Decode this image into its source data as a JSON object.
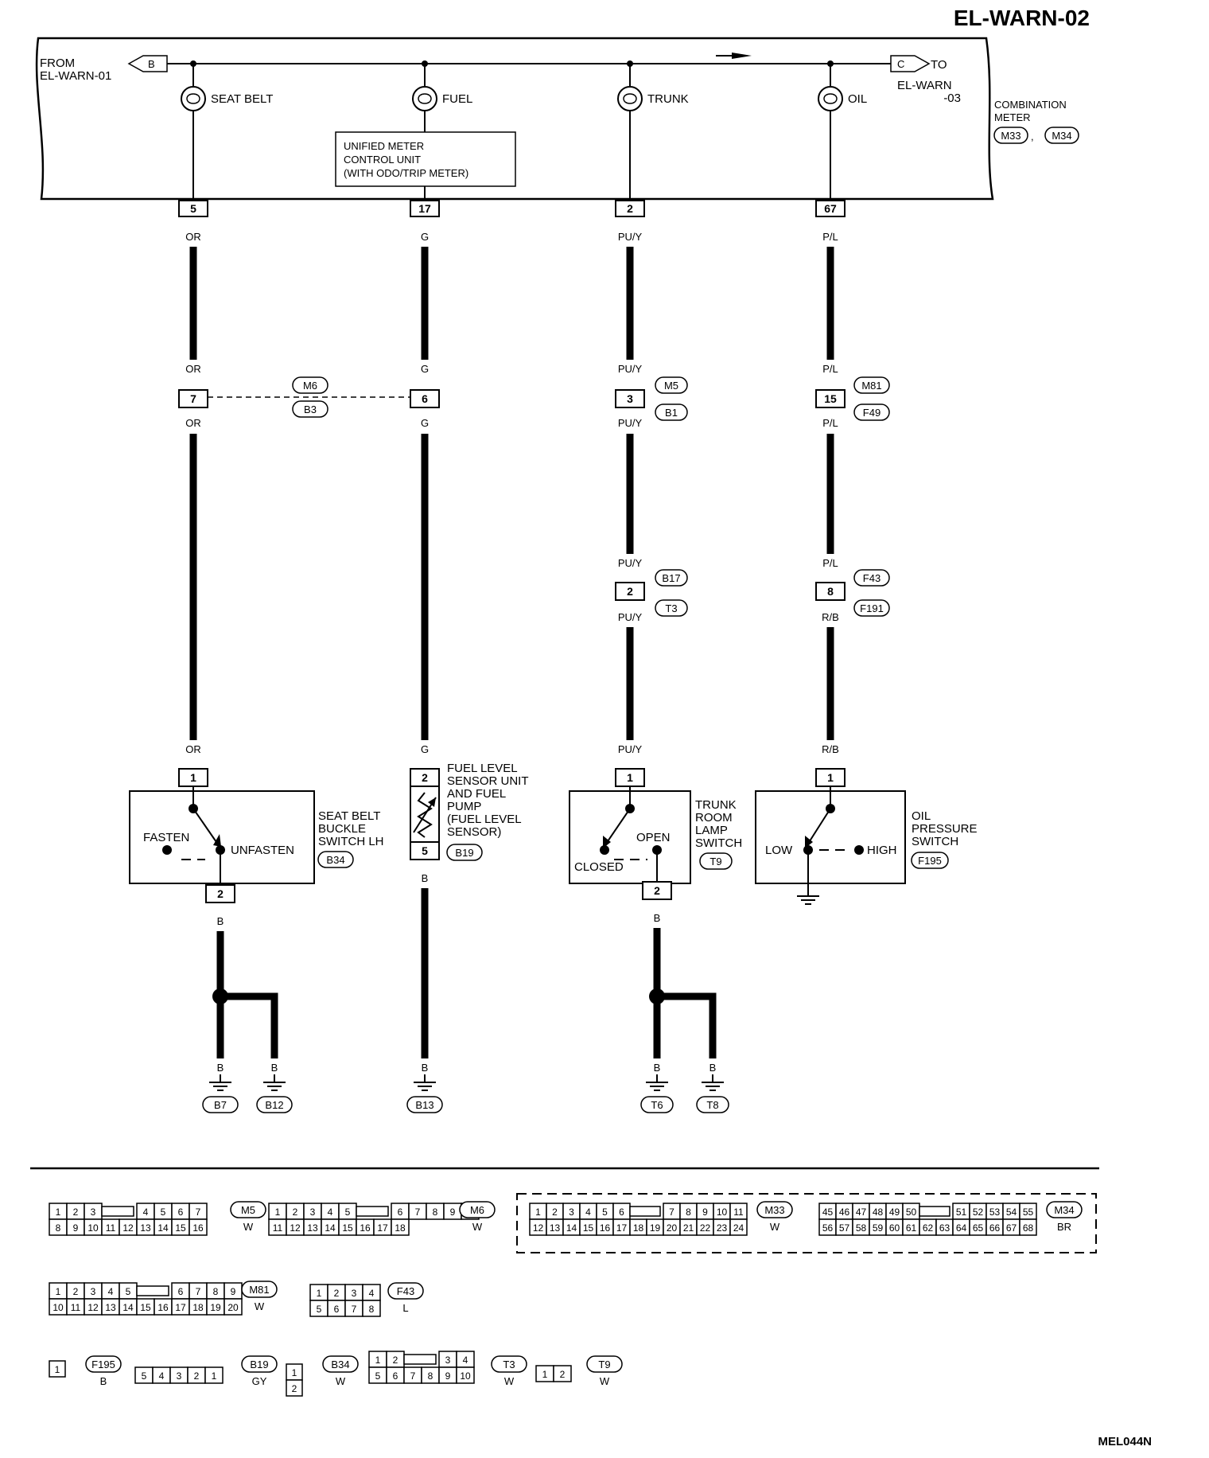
{
  "page": {
    "title": "EL-WARN-02",
    "ref_code": "MEL044N"
  },
  "meter": {
    "from_label": [
      "FROM",
      "EL-WARN-01"
    ],
    "from_connector": "B",
    "to_label": [
      "TO",
      "EL-WARN",
      "-03"
    ],
    "to_connector": "C",
    "combination_meter": [
      "COMBINATION",
      "METER"
    ],
    "meter_connectors": [
      "M33",
      "M34"
    ],
    "control_unit": [
      "UNIFIED METER",
      "CONTROL UNIT",
      "(WITH ODO/TRIP METER)"
    ]
  },
  "circuits": [
    {
      "lamp": "SEAT BELT",
      "meter_pin": "5",
      "wire_top": "OR",
      "mid_wire_above": "OR",
      "mid_pin": "7",
      "mid_wire_below": "OR",
      "device_wire": "OR",
      "device_pin_top": "1",
      "device_pin_bottom": "2",
      "device_label": [
        "SEAT BELT",
        "BUCKLE",
        "SWITCH LH"
      ],
      "device_connector": "B34",
      "contacts": [
        "FASTEN",
        "UNFASTEN"
      ],
      "ground_wires": [
        "B",
        "B",
        "B"
      ],
      "grounds": [
        "B7",
        "B12"
      ]
    },
    {
      "lamp": "FUEL",
      "meter_pin": "17",
      "wire_top": "G",
      "mid_wire_above": "G",
      "mid_pin": "6",
      "mid_wire_below": "G",
      "mid_connectors": [
        "M6",
        "B3"
      ],
      "device_wire": "G",
      "device_pin_top": "2",
      "device_pin_bottom": "5",
      "device_label": [
        "FUEL LEVEL",
        "SENSOR UNIT",
        "AND FUEL",
        "PUMP",
        "(FUEL LEVEL",
        "SENSOR)"
      ],
      "device_connector": "B19",
      "ground_wires": [
        "B",
        "B"
      ],
      "grounds": [
        "B13"
      ]
    },
    {
      "lamp": "TRUNK",
      "meter_pin": "2",
      "wire_top": "PU/Y",
      "mid_wire_above": "PU/Y",
      "mid_pin": "3",
      "mid_wire_below": "PU/Y",
      "mid_connectors": [
        "M5",
        "B1"
      ],
      "lower_wire_above": "PU/Y",
      "lower_pin": "2",
      "lower_wire_below": "PU/Y",
      "lower_connectors": [
        "B17",
        "T3"
      ],
      "device_wire": "PU/Y",
      "device_pin_top": "1",
      "device_pin_bottom": "2",
      "device_label": [
        "TRUNK",
        "ROOM",
        "LAMP",
        "SWITCH"
      ],
      "device_connector": "T9",
      "contacts": [
        "CLOSED",
        "OPEN"
      ],
      "ground_wires": [
        "B",
        "B",
        "B"
      ],
      "grounds": [
        "T6",
        "T8"
      ]
    },
    {
      "lamp": "OIL",
      "meter_pin": "67",
      "wire_top": "P/L",
      "mid_wire_above": "P/L",
      "mid_pin": "15",
      "mid_wire_below": "P/L",
      "mid_connectors": [
        "M81",
        "F49"
      ],
      "lower_wire_above": "P/L",
      "lower_pin": "8",
      "lower_wire_below": "R/B",
      "lower_connectors": [
        "F43",
        "F191"
      ],
      "device_wire": "R/B",
      "device_pin_top": "1",
      "device_label": [
        "OIL",
        "PRESSURE",
        "SWITCH"
      ],
      "device_connector": "F195",
      "contacts": [
        "LOW",
        "HIGH"
      ]
    }
  ],
  "connector_views": [
    {
      "id": "M5",
      "color": "W",
      "rows": [
        [
          "1",
          "2",
          "3",
          "",
          "4",
          "5",
          "6",
          "7"
        ],
        [
          "8",
          "9",
          "10",
          "11",
          "12",
          "13",
          "14",
          "15",
          "16"
        ]
      ]
    },
    {
      "id": "M6",
      "color": "W",
      "rows": [
        [
          "1",
          "2",
          "3",
          "4",
          "5",
          "",
          "6",
          "7",
          "8",
          "9",
          "10"
        ],
        [
          "11",
          "12",
          "13",
          "14",
          "15",
          "16",
          "17",
          "18"
        ]
      ]
    },
    {
      "id": "M33",
      "color": "W",
      "rows": [
        [
          "1",
          "2",
          "3",
          "4",
          "5",
          "6",
          "",
          "7",
          "8",
          "9",
          "10",
          "11"
        ],
        [
          "12",
          "13",
          "14",
          "15",
          "16",
          "17",
          "18",
          "19",
          "20",
          "21",
          "22",
          "23",
          "24"
        ]
      ]
    },
    {
      "id": "M34",
      "color": "BR",
      "rows": [
        [
          "45",
          "46",
          "47",
          "48",
          "49",
          "50",
          "",
          "51",
          "52",
          "53",
          "54",
          "55"
        ],
        [
          "56",
          "57",
          "58",
          "59",
          "60",
          "61",
          "62",
          "63",
          "64",
          "65",
          "66",
          "67",
          "68"
        ]
      ]
    },
    {
      "id": "M81",
      "color": "W",
      "rows": [
        [
          "1",
          "2",
          "3",
          "4",
          "5",
          "",
          "6",
          "7",
          "8",
          "9"
        ],
        [
          "10",
          "11",
          "12",
          "13",
          "14",
          "15",
          "16",
          "17",
          "18",
          "19",
          "20"
        ]
      ]
    },
    {
      "id": "F43",
      "color": "L",
      "rows": [
        [
          "1",
          "2",
          "3",
          "4"
        ],
        [
          "5",
          "6",
          "7",
          "8"
        ]
      ]
    },
    {
      "id": "F195",
      "color": "B",
      "rows": [
        [
          "1"
        ]
      ]
    },
    {
      "id": "B19",
      "color": "GY",
      "rows": [
        [
          "5",
          "4",
          "3",
          "2",
          "1"
        ]
      ]
    },
    {
      "id": "B34",
      "color": "W",
      "rows": [
        [
          "1",
          "2"
        ]
      ]
    },
    {
      "id": "T3",
      "color": "W",
      "rows": [
        [
          "1",
          "2",
          "",
          "3",
          "4"
        ],
        [
          "5",
          "6",
          "7",
          "8",
          "9",
          "10"
        ]
      ]
    },
    {
      "id": "T9",
      "color": "W",
      "rows": [
        [
          "1",
          "2"
        ]
      ]
    }
  ]
}
